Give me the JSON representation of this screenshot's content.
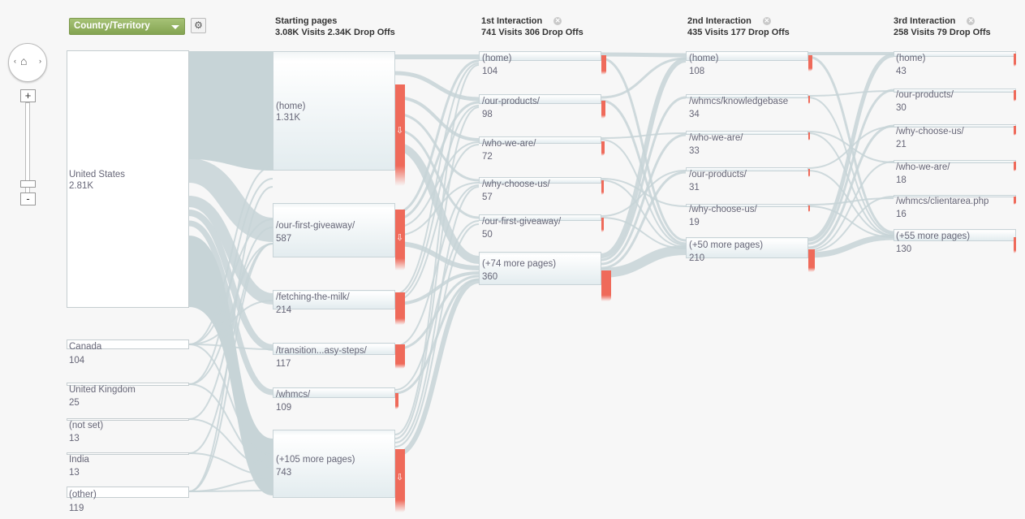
{
  "toolbar": {
    "dimension_label": "Country/Territory"
  },
  "icons": {
    "settings": "gear-icon",
    "home": "home-icon",
    "drop": "arrow-down-icon",
    "remove": "close-icon"
  },
  "controls": {
    "zoom_in": "+",
    "zoom_out": "-",
    "pan_left": "‹",
    "pan_right": "›"
  },
  "colors": {
    "flow": "#c7d4d7",
    "drop": "#ef6a5a",
    "dimension": "#8fac5c"
  },
  "columns": [
    {
      "title": "Starting pages",
      "stats": "3.08K Visits 2.34K Drop Offs"
    },
    {
      "title": "1st Interaction",
      "stats": "741 Visits 306 Drop Offs"
    },
    {
      "title": "2nd Interaction",
      "stats": "435 Visits 177 Drop Offs"
    },
    {
      "title": "3rd Interaction",
      "stats": "258 Visits 79 Drop Offs"
    }
  ],
  "countries": [
    {
      "label": "United States",
      "value": "2.81K"
    },
    {
      "label": "Canada",
      "value": "104"
    },
    {
      "label": "United Kingdom",
      "value": "25"
    },
    {
      "label": "(not set)",
      "value": "13"
    },
    {
      "label": "India",
      "value": "13"
    },
    {
      "label": "(other)",
      "value": "119"
    }
  ],
  "starting_pages": [
    {
      "label": "(home)",
      "value": "1.31K"
    },
    {
      "label": "/our-first-giveaway/",
      "value": "587"
    },
    {
      "label": "/fetching-the-milk/",
      "value": "214"
    },
    {
      "label": "/transition...asy-steps/",
      "value": "117"
    },
    {
      "label": "/whmcs/",
      "value": "109"
    },
    {
      "label": "(+105 more pages)",
      "value": "743"
    }
  ],
  "first_interaction": [
    {
      "label": "(home)",
      "value": "104"
    },
    {
      "label": "/our-products/",
      "value": "98"
    },
    {
      "label": "/who-we-are/",
      "value": "72"
    },
    {
      "label": "/why-choose-us/",
      "value": "57"
    },
    {
      "label": "/our-first-giveaway/",
      "value": "50"
    },
    {
      "label": "(+74 more pages)",
      "value": "360"
    }
  ],
  "second_interaction": [
    {
      "label": "(home)",
      "value": "108"
    },
    {
      "label": "/whmcs/knowledgebase",
      "value": "34"
    },
    {
      "label": "/who-we-are/",
      "value": "33"
    },
    {
      "label": "/our-products/",
      "value": "31"
    },
    {
      "label": "/why-choose-us/",
      "value": "19"
    },
    {
      "label": "(+50 more pages)",
      "value": "210"
    }
  ],
  "third_interaction": [
    {
      "label": "(home)",
      "value": "43"
    },
    {
      "label": "/our-products/",
      "value": "30"
    },
    {
      "label": "/why-choose-us/",
      "value": "21"
    },
    {
      "label": "/who-we-are/",
      "value": "18"
    },
    {
      "label": "/whmcs/clientarea.php",
      "value": "16"
    },
    {
      "label": "(+55 more pages)",
      "value": "130"
    }
  ]
}
